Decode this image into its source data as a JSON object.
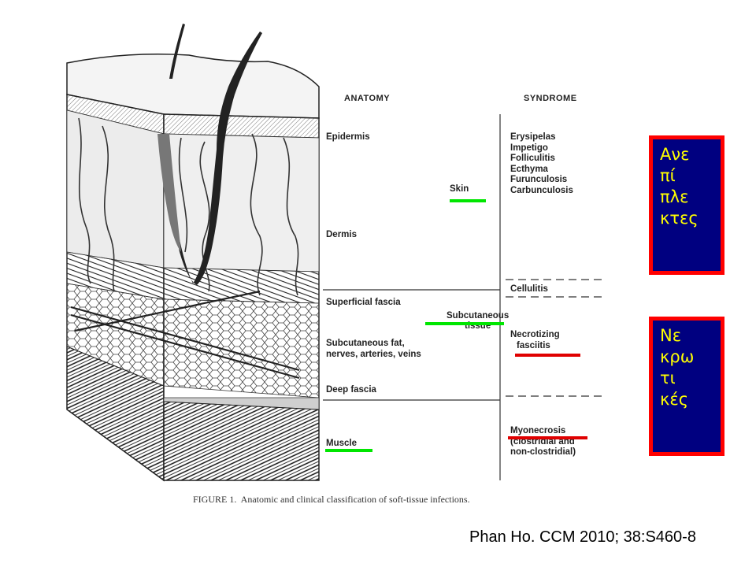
{
  "headers": {
    "anatomy": "ANATOMY",
    "syndrome": "SYNDROME"
  },
  "anatomy": {
    "epidermis": "Epidermis",
    "dermis": "Dermis",
    "superficial_fascia": "Superficial fascia",
    "subcutaneous_fat": [
      "Subcutaneous fat,",
      "nerves, arteries, veins"
    ],
    "deep_fascia": "Deep fascia",
    "muscle": "Muscle"
  },
  "layers": {
    "skin": "Skin",
    "subcutaneous": [
      "Subcutaneous",
      "tissue"
    ]
  },
  "syndromes": {
    "skin": [
      "Erysipelas",
      "Impetigo",
      "Folliculitis",
      "Ecthyma",
      "Furunculosis",
      "Carbunculosis"
    ],
    "cellulitis": "Cellulitis",
    "necrotizing": [
      "Necrotizing",
      "fasciitis"
    ],
    "myonecrosis": [
      "Myonecrosis",
      "(clostridial and",
      "non-clostridial)"
    ]
  },
  "caption": "FIGURE 1.  Anatomic and clinical classification of soft-tissue infections.",
  "boxes": {
    "uncomplicated": [
      "Ανε",
      "πί",
      "πλε",
      "κτες"
    ],
    "necrotizing": [
      "Νε",
      "κρω",
      "τι",
      "κές"
    ]
  },
  "citation": "Phan Ho. CCM 2010; 38:S460-8",
  "colors": {
    "box_fill": "#000080",
    "box_border": "#ff0000",
    "box_text": "#ffff00",
    "green_marker": "#00e600",
    "red_marker": "#e00000"
  }
}
